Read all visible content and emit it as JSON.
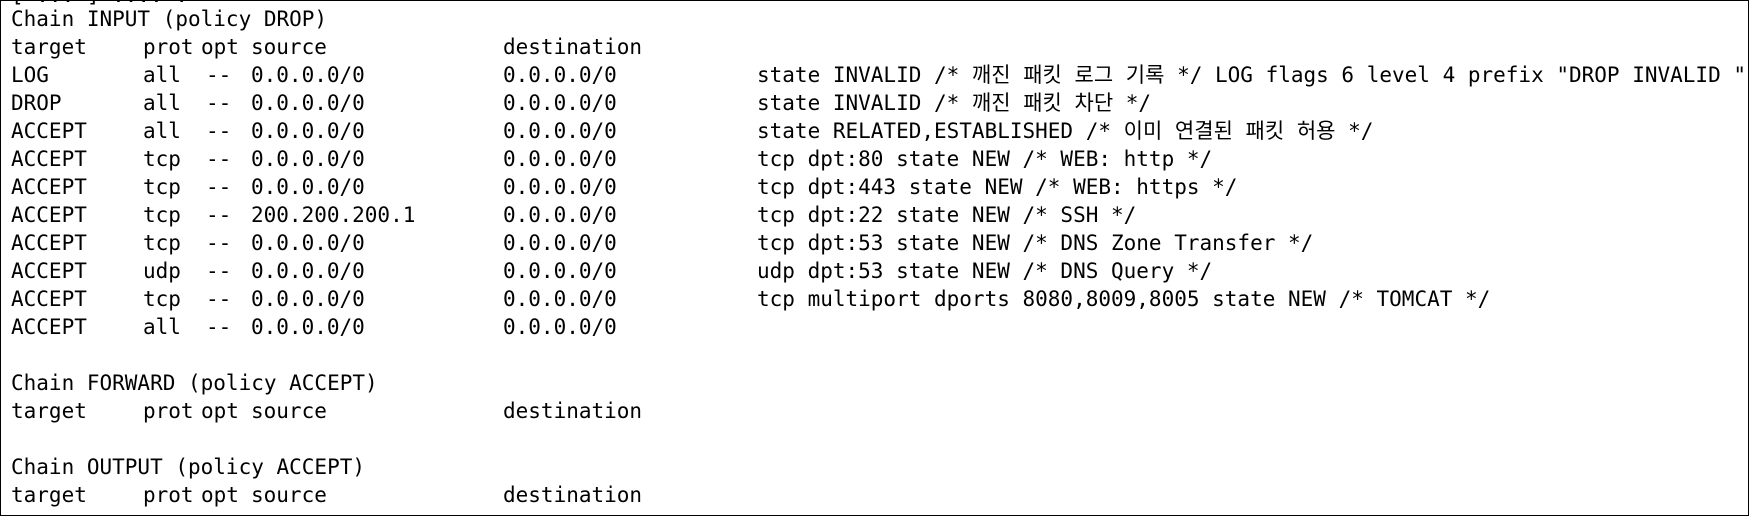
{
  "window": {
    "top_fragment": "[ ... ] .... ."
  },
  "chains": {
    "input": {
      "header": "Chain INPUT (policy DROP)",
      "columns": {
        "target": "target",
        "prot": "prot",
        "opt": "opt",
        "source": "source",
        "destination": "destination"
      },
      "rules": [
        {
          "target": "LOG",
          "prot": "all",
          "opt": "--",
          "source": "0.0.0.0/0",
          "destination": "0.0.0.0/0",
          "extra": "state INVALID /* 깨진 패킷 로그 기록 */ LOG flags 6 level 4 prefix \"DROP INVALID \""
        },
        {
          "target": "DROP",
          "prot": "all",
          "opt": "--",
          "source": "0.0.0.0/0",
          "destination": "0.0.0.0/0",
          "extra": "state INVALID /* 깨진 패킷 차단 */"
        },
        {
          "target": "ACCEPT",
          "prot": "all",
          "opt": "--",
          "source": "0.0.0.0/0",
          "destination": "0.0.0.0/0",
          "extra": "state RELATED,ESTABLISHED /* 이미 연결된 패킷 허용 */"
        },
        {
          "target": "ACCEPT",
          "prot": "tcp",
          "opt": "--",
          "source": "0.0.0.0/0",
          "destination": "0.0.0.0/0",
          "extra": "tcp dpt:80 state NEW /* WEB: http */"
        },
        {
          "target": "ACCEPT",
          "prot": "tcp",
          "opt": "--",
          "source": "0.0.0.0/0",
          "destination": "0.0.0.0/0",
          "extra": "tcp dpt:443 state NEW /* WEB: https */"
        },
        {
          "target": "ACCEPT",
          "prot": "tcp",
          "opt": "--",
          "source": "200.200.200.1",
          "destination": "0.0.0.0/0",
          "extra": "tcp dpt:22 state NEW /* SSH */"
        },
        {
          "target": "ACCEPT",
          "prot": "tcp",
          "opt": "--",
          "source": "0.0.0.0/0",
          "destination": "0.0.0.0/0",
          "extra": "tcp dpt:53 state NEW /* DNS Zone Transfer */"
        },
        {
          "target": "ACCEPT",
          "prot": "udp",
          "opt": "--",
          "source": "0.0.0.0/0",
          "destination": "0.0.0.0/0",
          "extra": "udp dpt:53 state NEW /* DNS Query */"
        },
        {
          "target": "ACCEPT",
          "prot": "tcp",
          "opt": "--",
          "source": "0.0.0.0/0",
          "destination": "0.0.0.0/0",
          "extra": "tcp multiport dports 8080,8009,8005 state NEW /* TOMCAT */"
        },
        {
          "target": "ACCEPT",
          "prot": "all",
          "opt": "--",
          "source": "0.0.0.0/0",
          "destination": "0.0.0.0/0",
          "extra": ""
        }
      ]
    },
    "forward": {
      "header": "Chain FORWARD (policy ACCEPT)",
      "columns": {
        "target": "target",
        "prot": "prot",
        "opt": "opt",
        "source": "source",
        "destination": "destination"
      }
    },
    "output": {
      "header": "Chain OUTPUT (policy ACCEPT)",
      "columns": {
        "target": "target",
        "prot": "prot",
        "opt": "opt",
        "source": "source",
        "destination": "destination"
      }
    }
  }
}
